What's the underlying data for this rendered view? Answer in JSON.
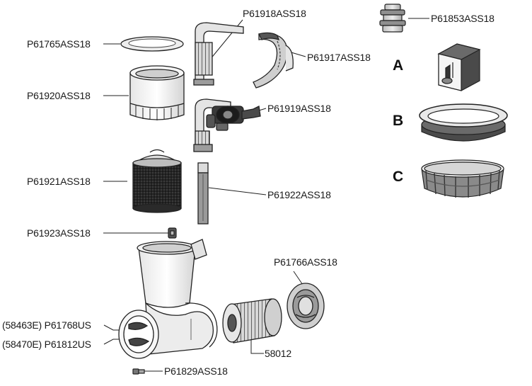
{
  "parts": {
    "p61918": "P61918ASS18",
    "p61853": "P61853ASS18",
    "p61765": "P61765ASS18",
    "p61917": "P61917ASS18",
    "p61920": "P61920ASS18",
    "p61919": "P61919ASS18",
    "p61921": "P61921ASS18",
    "p61922": "P61922ASS18",
    "p61923": "P61923ASS18",
    "p61766": "P61766ASS18",
    "p61768": "(58463E) P61768US",
    "p61812": "(58470E) P61812US",
    "p58012": "58012",
    "p61829": "P61829ASS18"
  },
  "variants": {
    "a": "A",
    "b": "B",
    "c": "C"
  }
}
